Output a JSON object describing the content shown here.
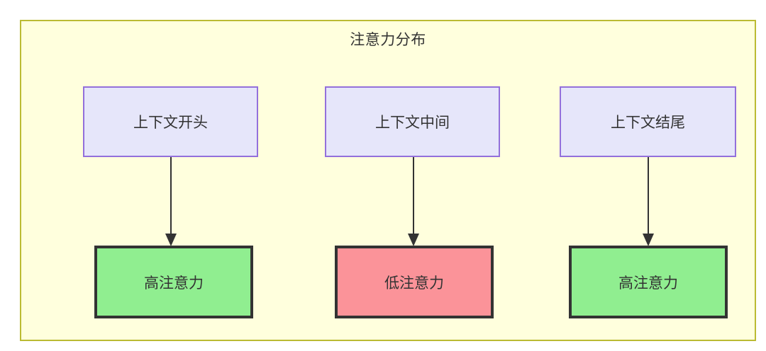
{
  "diagram": {
    "title": "注意力分布",
    "colors": {
      "container_fill": "#ffffdd",
      "container_border": "#bbbb33",
      "context_fill": "#e6e6fa",
      "context_border": "#9370db",
      "high_attention_fill": "#90ee90",
      "low_attention_fill": "#fb9399",
      "emphasis_border": "#333333",
      "text": "#333333",
      "edge": "#333333"
    },
    "columns": [
      {
        "context_label": "上下文开头",
        "attention_label": "高注意力",
        "attention_level": "high"
      },
      {
        "context_label": "上下文中间",
        "attention_label": "低注意力",
        "attention_level": "low"
      },
      {
        "context_label": "上下文结尾",
        "attention_label": "高注意力",
        "attention_level": "high"
      }
    ]
  }
}
